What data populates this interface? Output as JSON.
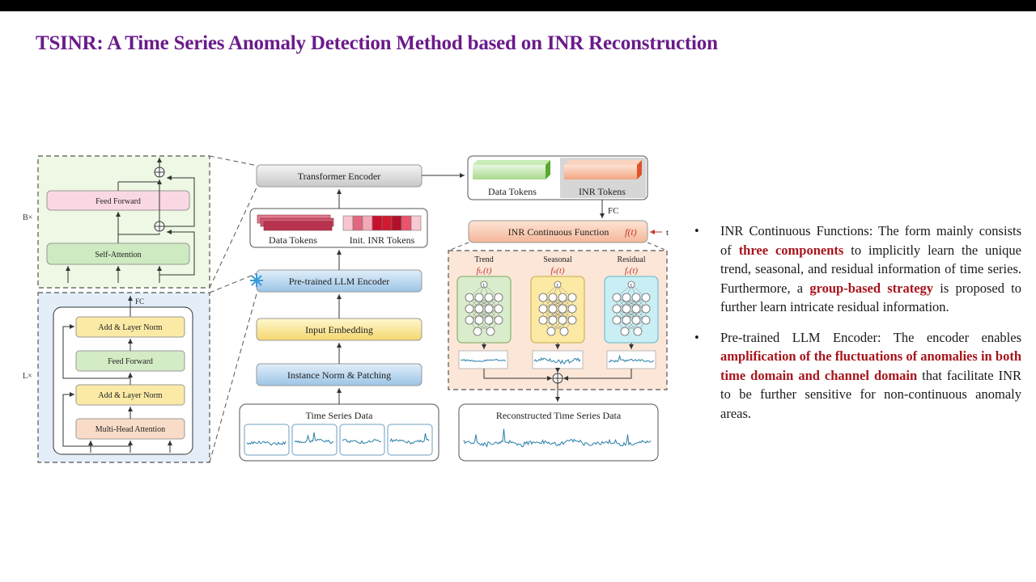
{
  "title": "TSINR: A Time Series Anomaly Detection Method based on INR Reconstruction",
  "colors": {
    "title": "#6a1b8a",
    "highlight": "#a8141c"
  },
  "diagram": {
    "block_b": {
      "multiplier": "B×",
      "feed_forward": "Feed Forward",
      "self_attention": "Self-Attention"
    },
    "block_l": {
      "multiplier": "L×",
      "fc": "FC",
      "add_norm_1": "Add & Layer Norm",
      "feed_forward": "Feed Forward",
      "add_norm_2": "Add & Layer Norm",
      "mha": "Multi-Head Attention"
    },
    "transformer_encoder": "Transformer Encoder",
    "data_tokens": "Data Tokens",
    "init_inr_tokens": "Init. INR Tokens",
    "llm_encoder": "Pre-trained LLM Encoder",
    "input_embedding": "Input Embedding",
    "instance_norm": "Instance Norm & Patching",
    "time_series_data": "Time Series Data",
    "out_data_tokens": "Data Tokens",
    "out_inr_tokens": "INR Tokens",
    "fc": "FC",
    "inr_function": "INR Continuous Function",
    "f_of_t": "f(t)",
    "t_input": "t",
    "trend": "Trend",
    "seasonal": "Seasonal",
    "residual": "Residual",
    "f_trend": "fₜᵣ(t)",
    "f_seasonal": "fₛ(t)",
    "f_residual": "fᵣ(t)",
    "t_node": "t",
    "reconstructed": "Reconstructed Time Series Data",
    "snowflake_icon": "snowflake-icon"
  },
  "bullets": [
    {
      "marker": "•",
      "parts": [
        {
          "text": "INR Continuous Functions: The form mainly consists of ",
          "hl": false
        },
        {
          "text": "three components",
          "hl": true
        },
        {
          "text": " to implicitly learn the unique trend, seasonal, and residual information of time series. Furthermore, a ",
          "hl": false
        },
        {
          "text": "group-based strategy",
          "hl": true
        },
        {
          "text": " is proposed to further learn intricate residual information.",
          "hl": false
        }
      ]
    },
    {
      "marker": "•",
      "parts": [
        {
          "text": "Pre-trained LLM Encoder: The encoder enables ",
          "hl": false
        },
        {
          "text": "amplification of the fluctuations of anomalies in both time domain and channel domain",
          "hl": true
        },
        {
          "text": " that facilitate INR to be further sensitive for non-continuous anomaly areas.",
          "hl": false
        }
      ]
    }
  ]
}
